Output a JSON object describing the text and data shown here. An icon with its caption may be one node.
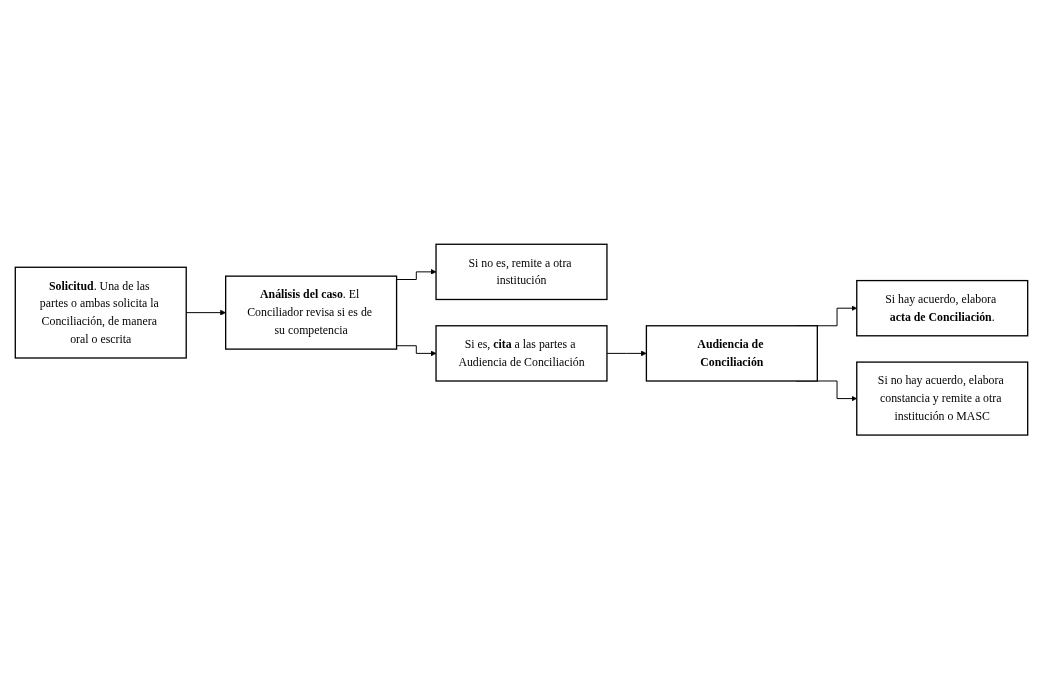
{
  "diagram": {
    "nodes": [
      {
        "text": [
          "**Solicitud**. Una de las partes o ambas solicita la Conciliación, de manera oral o escrita"
        ]
      },
      {
        "text": [
          "**Análisis del caso**. El Conciliador revisa si es de su competencia"
        ]
      },
      {
        "text": [
          "Si no es, remite a otra institución"
        ]
      },
      {
        "text": [
          "Si es, **cita** a las partes a Audiencia de Conciliación"
        ]
      },
      {
        "text": [
          "Audiencia de Conciliación"
        ]
      },
      {
        "text": [
          "Si hay acuerdo, elabora **acta de Conciliación**."
        ]
      },
      {
        "text": [
          "Si no hay acuerdo, elabora constancia y remite a otra institución o MASC"
        ]
      }
    ],
    "edges": [
      {
        "from": 0,
        "to": 1,
        "arrow": "to"
      },
      {
        "from": 1,
        "to": 2,
        "arrow": "to"
      },
      {
        "from": 1,
        "to": 3,
        "arrow": "to"
      },
      {
        "from": 3,
        "to": 4,
        "arrow": "to"
      },
      {
        "from": 4,
        "to": 5,
        "arrow": "to"
      },
      {
        "from": 4,
        "to": 6,
        "arrow": "to"
      }
    ]
  }
}
